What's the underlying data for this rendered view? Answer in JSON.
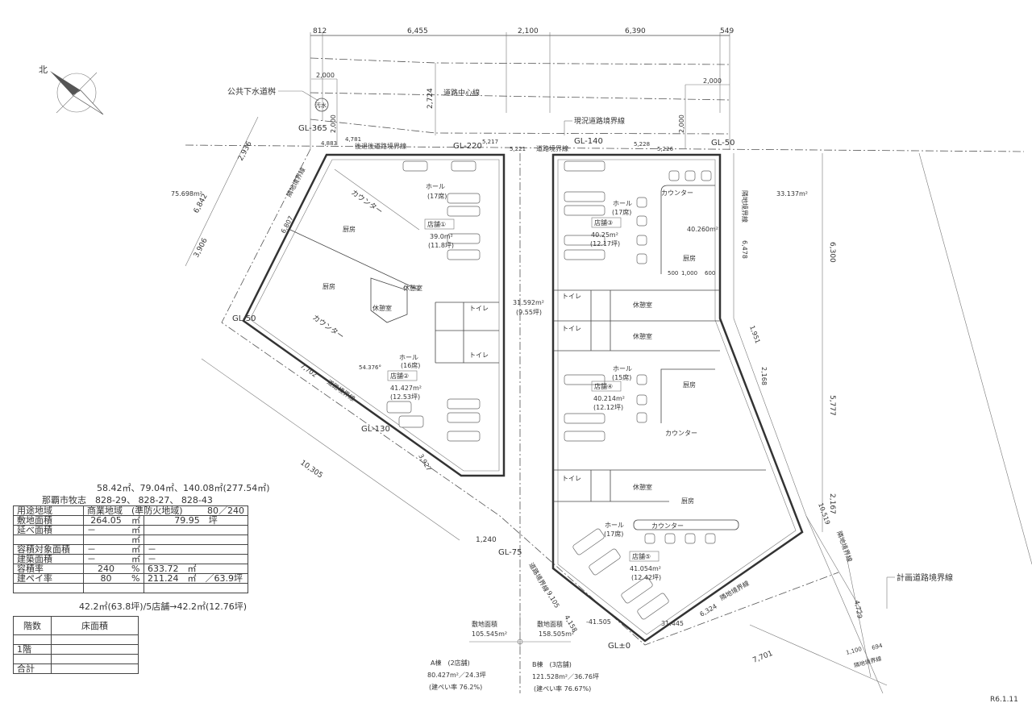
{
  "north": {
    "label": "北"
  },
  "top_dims": [
    "812",
    "6,455",
    "2,100",
    "6,390",
    "549"
  ],
  "road": {
    "sewer_label": "公共下水道桝",
    "sewer_symbol": "汚水",
    "center_line": "道路中心線",
    "current_boundary": "現況道路境界線",
    "receded_boundary": "後退後道路境界線",
    "road_boundary": "道路境界線",
    "planned_boundary": "計画道路境界線",
    "neighbor_boundary": "隣地境界線",
    "dim_2000a": "2,000",
    "dim_2000b": "2,000",
    "dim_2000c": "2,000",
    "dim_2000d": "2,000",
    "dim_2724": "2,724",
    "dim_4883": "4,883",
    "dim_4781": "4,781",
    "dim_5217": "5,217",
    "dim_5221": "5,221",
    "dim_5228": "5,228",
    "dim_5226": "5,226"
  },
  "gl": [
    "GL-365",
    "GL-220",
    "GL-140",
    "GL-50",
    "GL-50",
    "GL-130",
    "GL-75",
    "GL±0"
  ],
  "site_dims": {
    "left_2936": "2,936",
    "left_6842": "6,842",
    "left_3906": "3,906",
    "left_6807": "6,807",
    "bottom_10305": "10,305",
    "bottom_7702": "7,702",
    "bottom_3927": "3,927",
    "bottom_1240": "1,240",
    "b_9105": "9,105",
    "b_4158": "4,158",
    "b_41505": "-41.505",
    "b_31445": "31.445",
    "b_6324": "6,324",
    "r_6478": "6,478",
    "r_1951": "1,951",
    "r_2168": "2,168",
    "r_6300": "6,300",
    "r_5777": "5,777",
    "r_2167": "2,167",
    "r_10519": "10,519",
    "r_4729": "4,729",
    "r_7701": "7,701",
    "r_1100": "1,100",
    "r_694": "694",
    "angle": "54.376°"
  },
  "areas": {
    "left_outside": "75.698m²",
    "right_outside": "33.137m²",
    "middle": "31.592m²",
    "middle_tsubo": "(9.55坪)"
  },
  "building_a": {
    "shop1": {
      "hall": "ホール",
      "seats": "(17席)",
      "badge": "店舗①",
      "area": "39.0m²",
      "tsubo": "(11.8坪)"
    },
    "shop2": {
      "hall": "ホール",
      "seats": "(16席)",
      "badge": "店舗②",
      "area": "41.427m²",
      "tsubo": "(12.53坪)"
    },
    "kitchen": "厨房",
    "kitchen2": "厨房",
    "counter": "カウンター",
    "counter2": "カウンター",
    "rest": "休憩室",
    "rest2": "休憩室",
    "toilet": "トイレ",
    "toilet2": "トイレ"
  },
  "building_b": {
    "shop3": {
      "hall": "ホール",
      "seats": "(17席)",
      "badge": "店舗③",
      "area": "40.25m²",
      "tsubo": "(12.17坪)",
      "kitchen_area": "40.260m²"
    },
    "shop4": {
      "hall": "ホール",
      "seats": "(15席)",
      "badge": "店舗④",
      "area": "40.214m²",
      "tsubo": "(12.12坪)"
    },
    "shop5": {
      "hall": "ホール",
      "seats": "(17席)",
      "badge": "店舗⑤",
      "area": "41.054m²",
      "tsubo": "(12.42坪)"
    },
    "kitchen": "厨房",
    "counter": "カウンター",
    "rest": "休憩室",
    "toilet": "トイレ",
    "dim_500": "500",
    "dim_1000": "1,000",
    "dim_600": "600"
  },
  "site_split": {
    "a_label": "敷地面積",
    "a_value": "105.545m²",
    "b_label": "敷地面積",
    "b_value": "158.505m²",
    "a_building": "A棟　(2店舗)",
    "a_area": "80.427m²／24.3坪",
    "a_ratio": "(建ぺい率 76.2%)",
    "b_building": "B棟　(3店舗)",
    "b_area": "121.528m²／36.76坪",
    "b_ratio": "(建ぺい率 76.67%)"
  },
  "summary": {
    "areas_line": "58.42㎡、79.04㎡、140.08㎡(277.54㎡)",
    "address_city": "那覇市牧志",
    "address_lots": "828-29、 828-27、 828-43",
    "rows": [
      {
        "label": "用途地域",
        "c1": "商業地域　(準防火地域)",
        "c2": "80／240"
      },
      {
        "label": "敷地面積",
        "c1": "264.05",
        "u": "㎡",
        "c2": "79.95　坪"
      },
      {
        "label": "延べ面積",
        "c1": "－",
        "u": "㎡",
        "c2": ""
      },
      {
        "label": "",
        "c1": "",
        "u": "㎡",
        "c2": ""
      },
      {
        "label": "容積対象面積",
        "c1": "－",
        "u": "㎡",
        "c2": "－"
      },
      {
        "label": "建築面積",
        "c1": "－",
        "u": "㎡",
        "c2": "－"
      },
      {
        "label": "容積率",
        "c1": "240",
        "u": "%",
        "c2": "633.72　㎡"
      },
      {
        "label": "建ペイ率",
        "c1": "80",
        "u": "%",
        "c2": "211.24　㎡　／63.9坪"
      },
      {
        "label": "",
        "c1": "",
        "u": "",
        "c2": ""
      }
    ],
    "footer": "42.2㎡(63.8坪)/5店舗→42.2㎡(12.76坪)"
  },
  "floors": {
    "h1": "階数",
    "h2": "床面積",
    "rows": [
      "",
      "1階",
      "",
      "合計"
    ]
  },
  "date": "R6.1.11"
}
